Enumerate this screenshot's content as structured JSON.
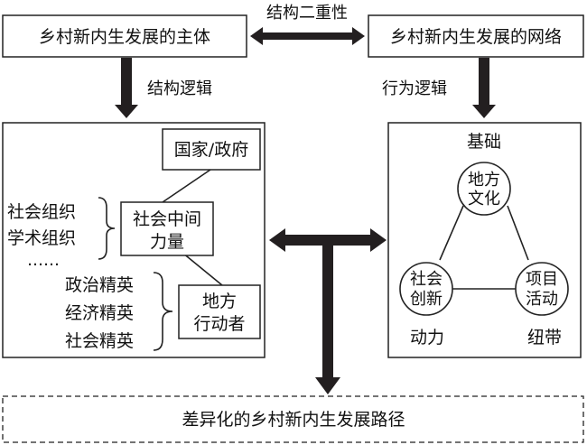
{
  "top": {
    "left_box": "乡村新内生发展的主体",
    "right_box": "乡村新内生发展的网络",
    "duality_label": "结构二重性"
  },
  "arrows": {
    "structural_logic": "结构逻辑",
    "action_logic": "行为逻辑"
  },
  "left_panel": {
    "state": "国家/政府",
    "intermediary": [
      "社会中间",
      "力量"
    ],
    "local_actor": [
      "地方",
      "行动者"
    ],
    "orgs": [
      "社会组织",
      "学术组织",
      "……"
    ],
    "elites": [
      "政治精英",
      "经济精英",
      "社会精英"
    ]
  },
  "right_panel": {
    "base_label": "基础",
    "power_label": "动力",
    "link_label": "纽带",
    "culture": [
      "地方",
      "文化"
    ],
    "innovation": [
      "社会",
      "创新"
    ],
    "projects": [
      "项目",
      "活动"
    ]
  },
  "bottom": {
    "path": "差异化的乡村新内生发展路径"
  }
}
